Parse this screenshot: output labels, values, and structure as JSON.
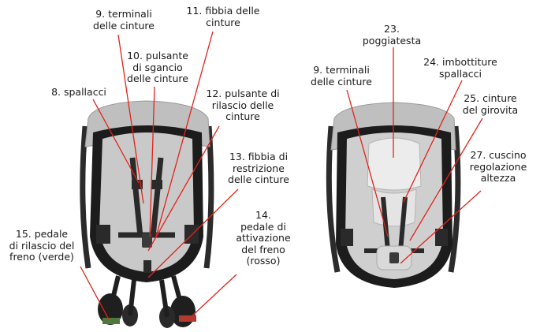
{
  "figure": {
    "left_view": {
      "labels": {
        "l9": "9. terminali\ndelle cinture",
        "l11": "11. fibbia delle\ncinture",
        "l10": "10. pulsante\ndi sgancio\ndelle cinture",
        "l8": "8. spallacci",
        "l12": "12. pulsante di\nrilascio delle\ncinture",
        "l13": "13. fibbia di\nrestrizione\ndelle cinture",
        "l14": "14.\npedale di\nattivazione\ndel freno\n(rosso)",
        "l15": "15. pedale\ndi rilascio del\nfreno (verde)"
      }
    },
    "right_view": {
      "labels": {
        "l23": "23.\npoggiatesta",
        "l9": "9. terminali\ndelle cinture",
        "l24": "24. imbottiture\nspallacci",
        "l25": "25. cinture\ndel girovita",
        "l27": "27. cuscino\nregolazione\naltezza"
      }
    },
    "colors": {
      "leader_line": "#e2231a",
      "seat_fabric": "#c9c9c9",
      "seat_dark": "#2a2a2a",
      "frame": "#1f1f1f",
      "pedal_red": "#b23a2e",
      "pedal_green": "#4d7a3a"
    }
  }
}
